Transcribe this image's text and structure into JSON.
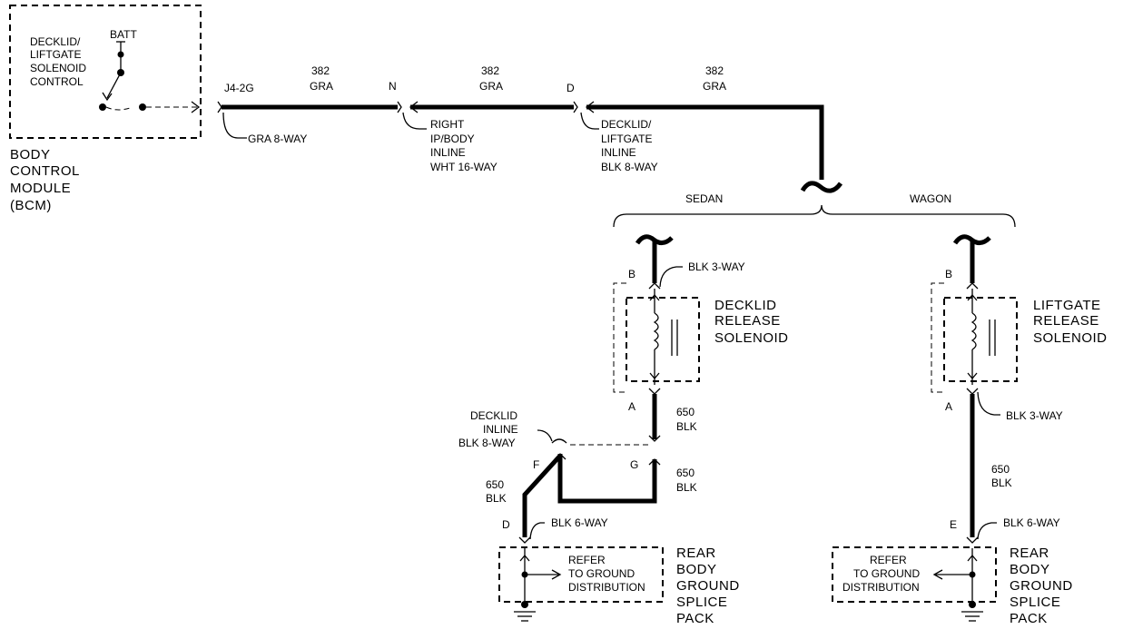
{
  "bcm": {
    "control_label": [
      "DECKLID/",
      "LIFTGATE",
      "SOLENOID",
      "CONTROL"
    ],
    "batt": "BATT",
    "module_label": [
      "BODY",
      "CONTROL",
      "MODULE",
      "(BCM)"
    ],
    "pin": "J4-2G",
    "connector": "GRA 8-WAY"
  },
  "wires": {
    "seg1": [
      "382",
      "GRA"
    ],
    "seg2": [
      "382",
      "GRA"
    ],
    "seg3": [
      "382",
      "GRA"
    ]
  },
  "connectors": {
    "right_ip_pin": "N",
    "right_ip_label": [
      "RIGHT",
      "IP/BODY",
      "INLINE",
      "WHT 16-WAY"
    ],
    "decklid_liftgate_pin": "D",
    "decklid_liftgate_label": [
      "DECKLID/",
      "LIFTGATE",
      "INLINE",
      "BLK 8-WAY"
    ]
  },
  "variants": {
    "sedan": "SEDAN",
    "wagon": "WAGON"
  },
  "sedan": {
    "pin_b": "B",
    "conn_top": "BLK 3-WAY",
    "solenoid": [
      "DECKLID",
      "RELEASE",
      "SOLENOID"
    ],
    "pin_a": "A",
    "wire_650a": [
      "650",
      "BLK"
    ],
    "inline_label": [
      "DECKLID",
      "INLINE",
      "BLK 8-WAY"
    ],
    "pin_f": "F",
    "pin_g": "G",
    "wire_650b": [
      "650",
      "BLK"
    ],
    "wire_650c": [
      "650",
      "BLK"
    ],
    "pin_d": "D",
    "conn_bottom": "BLK 6-WAY",
    "refer": [
      "REFER",
      "TO GROUND",
      "DISTRIBUTION"
    ],
    "splice": [
      "REAR",
      "BODY",
      "GROUND",
      "SPLICE",
      "PACK"
    ]
  },
  "wagon": {
    "pin_b": "B",
    "solenoid": [
      "LIFTGATE",
      "RELEASE",
      "SOLENOID"
    ],
    "pin_a": "A",
    "conn_mid": "BLK 3-WAY",
    "wire_650": [
      "650",
      "BLK"
    ],
    "pin_e": "E",
    "conn_bottom": "BLK 6-WAY",
    "refer": [
      "REFER",
      "TO GROUND",
      "DISTRIBUTION"
    ],
    "splice": [
      "REAR",
      "BODY",
      "GROUND",
      "SPLICE",
      "PACK"
    ]
  }
}
